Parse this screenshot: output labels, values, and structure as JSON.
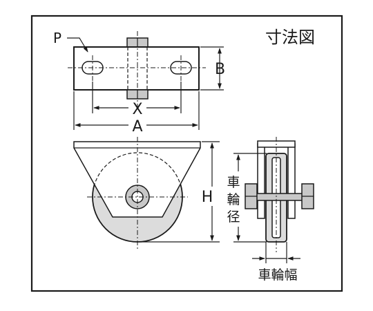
{
  "title": "寸法図",
  "labels": {
    "p": "P",
    "b": "B",
    "x": "X",
    "a": "A",
    "h": "H",
    "wheel_diameter": [
      "車",
      "輪",
      "径"
    ],
    "wheel_width": "車輪幅"
  }
}
